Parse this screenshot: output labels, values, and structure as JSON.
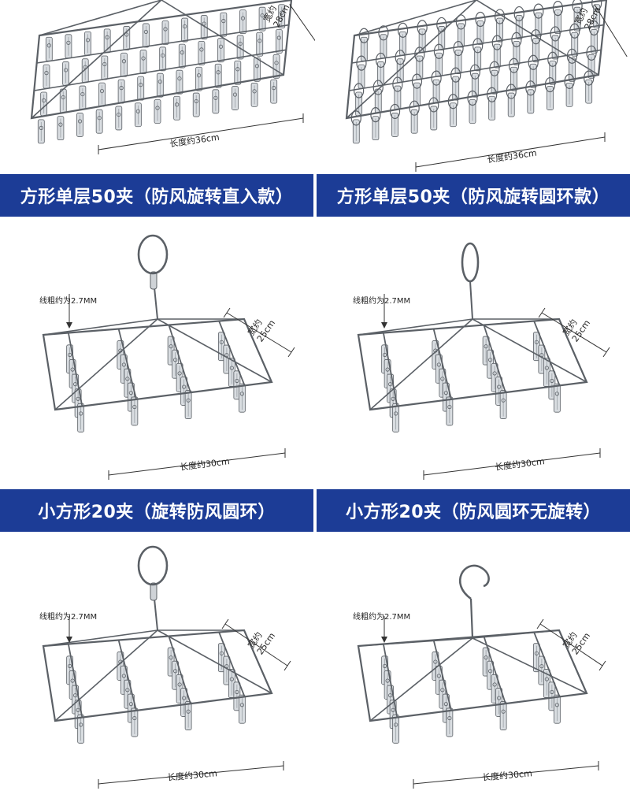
{
  "products": [
    {
      "width_label": "宽约",
      "width_value": "28cm",
      "length_label": "长度约36cm",
      "title": "方形单层50夹（防风旋转直入款）"
    },
    {
      "width_label": "宽约",
      "width_value": "28cm",
      "length_label": "长度约36cm",
      "title": "方形单层50夹（防风旋转圆环款）"
    },
    {
      "wire_note": "线粗约为2.7MM",
      "width_label": "宽约",
      "width_value": "25cm",
      "length_label": "长度约30cm",
      "title": "小方形20夹（旋转防风圆环）"
    },
    {
      "wire_note": "线粗约为2.7MM",
      "width_label": "宽约",
      "width_value": "25cm",
      "length_label": "长度约30cm",
      "title": "小方形20夹（防风圆环无旋转）"
    },
    {
      "wire_note": "线粗约为2.7MM",
      "width_label": "宽约",
      "width_value": "25cm",
      "length_label": "长度约30cm"
    },
    {
      "wire_note": "线粗约为2.7MM",
      "width_label": "宽约",
      "width_value": "25cm",
      "length_label": "长度约30cm"
    }
  ],
  "colors": {
    "banner": "#1c3c96",
    "metal": "#9aa0a6",
    "metal_dark": "#5b6066"
  }
}
